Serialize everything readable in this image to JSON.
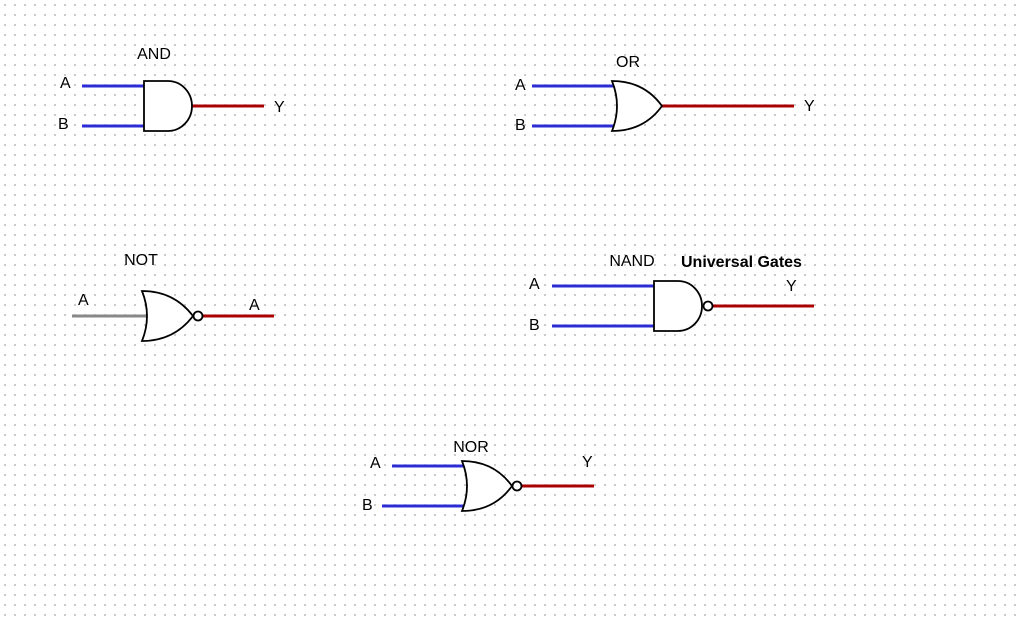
{
  "colors": {
    "input_wire": "#2c2cd6",
    "output_wire": "#aa0000",
    "not_input_wire": "#888888",
    "gate_stroke": "#000000",
    "grid_dot": "#b4b4b4"
  },
  "gates": {
    "and": {
      "title": "AND",
      "in_a": "A",
      "in_b": "B",
      "out": "Y"
    },
    "or": {
      "title": "OR",
      "in_a": "A",
      "in_b": "B",
      "out": "Y"
    },
    "not": {
      "title": "NOT",
      "in_a": "A",
      "out": "A"
    },
    "nand": {
      "title": "NAND",
      "in_a": "A",
      "in_b": "B",
      "out": "Y"
    },
    "nor": {
      "title": "NOR",
      "in_a": "A",
      "in_b": "B",
      "out": "Y"
    }
  },
  "annotation": "Universal Gates"
}
